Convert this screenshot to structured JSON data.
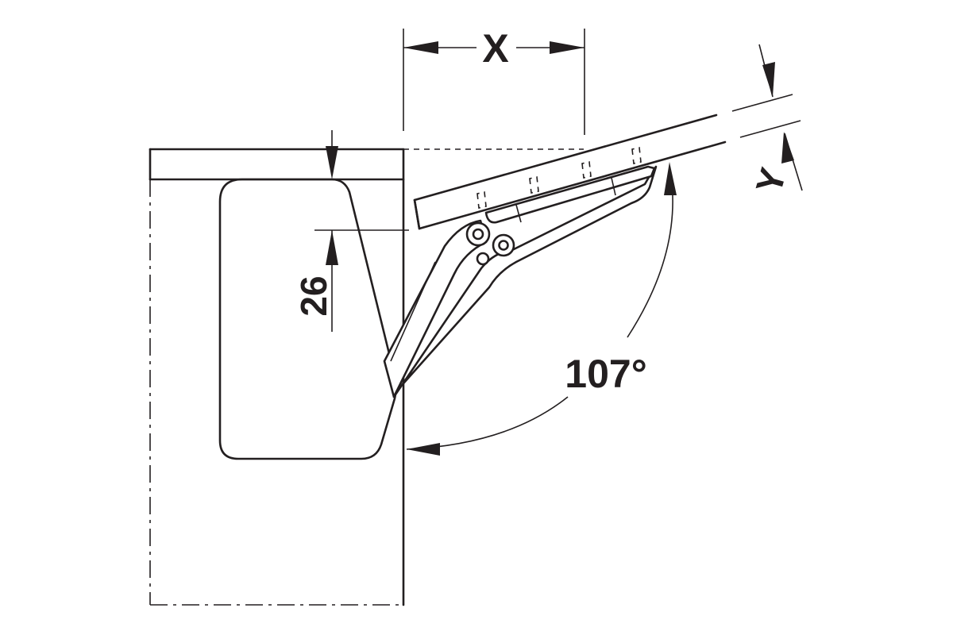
{
  "labels": {
    "x": "X",
    "y": "Y",
    "offset": "26",
    "angle": "107°"
  },
  "colors": {
    "line": "#231f20",
    "background": "#ffffff"
  }
}
